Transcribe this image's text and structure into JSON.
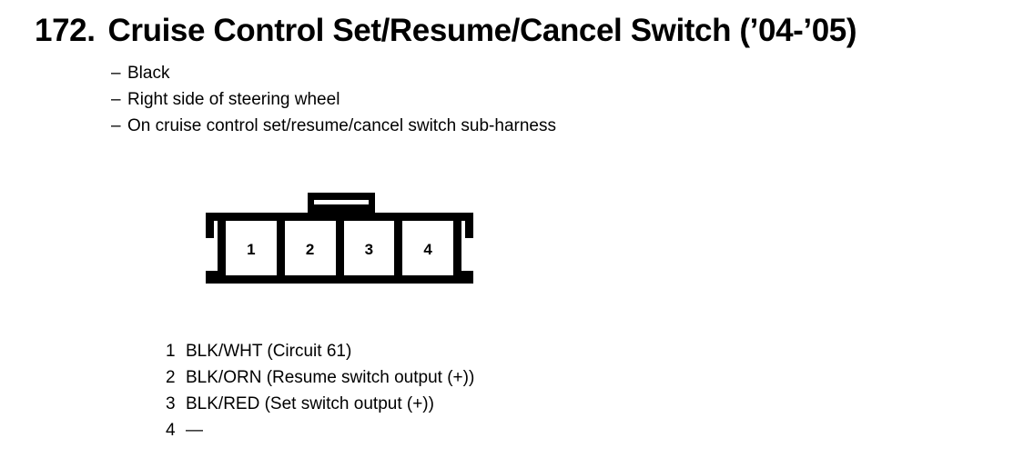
{
  "page": {
    "title_number": "172.",
    "title_text": "Cruise Control Set/Resume/Cancel Switch (’04-’05)"
  },
  "description": {
    "dash": "–",
    "items": [
      {
        "text": "Black"
      },
      {
        "text": "Right side of steering wheel"
      },
      {
        "text": "On cruise control set/resume/cancel switch sub-harness"
      }
    ]
  },
  "connector": {
    "name": "4-pin connector",
    "tab_label": "locking-tab",
    "cavities": [
      {
        "number": "1"
      },
      {
        "number": "2"
      },
      {
        "number": "3"
      },
      {
        "number": "4"
      }
    ]
  },
  "pin_legend": [
    {
      "number": "1",
      "text": "BLK/WHT (Circuit 61)"
    },
    {
      "number": "2",
      "text": "BLK/ORN (Resume switch output (+))"
    },
    {
      "number": "3",
      "text": "BLK/RED (Set switch output (+))"
    },
    {
      "number": "4",
      "text": "—"
    }
  ],
  "colors": {
    "ink": "#000000",
    "paper": "#ffffff"
  }
}
